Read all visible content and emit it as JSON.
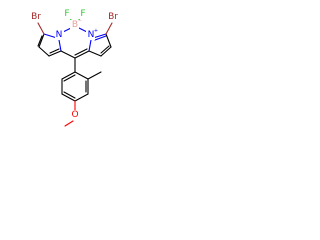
{
  "molecule": {
    "atoms": {
      "br_left": "Br",
      "br_right": "Br",
      "f_left": "F",
      "f_right": "F",
      "boron": "B",
      "boron_charge": "−",
      "n_left": "N",
      "n_right": "N",
      "n_right_charge": "+",
      "oxygen": "O"
    },
    "colors": {
      "bromine": "#a52a2a",
      "fluorine": "#33cc33",
      "boron": "#e8a0a0",
      "nitrogen": "#0000ff",
      "oxygen": "#ff0000",
      "carbon": "#000000"
    }
  }
}
